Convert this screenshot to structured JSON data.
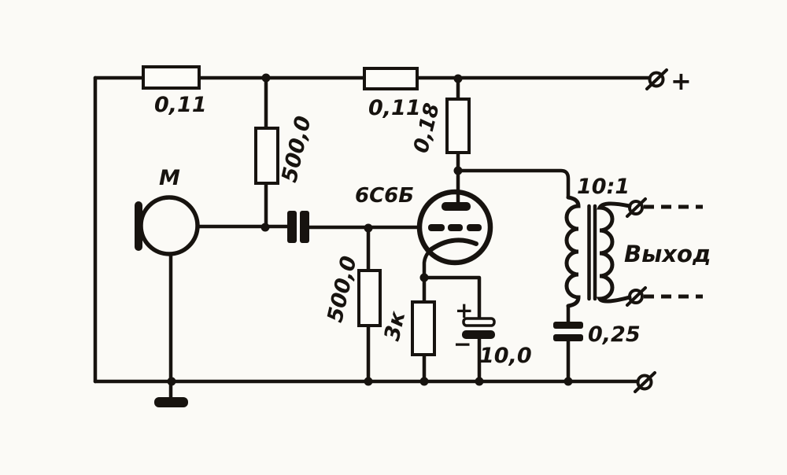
{
  "colors": {
    "ink": "#17130f",
    "paper": "#fbfaf6"
  },
  "labels": {
    "microphone": "М",
    "resistor_input_left": "0,11",
    "resistor_input_right": "0,11",
    "resistor_anode": "0,18",
    "resistor_grid_upper": "500,0",
    "resistor_grid_lower": "500,0",
    "resistor_cathode": "3к",
    "tube": "6С6Б",
    "cap_cathode_value": "10,0",
    "cap_cathode_plus": "+",
    "cap_cathode_minus": "−",
    "cap_output": "0,25",
    "transformer_ratio": "10:1",
    "output": "Выход",
    "supply_plus": "+"
  }
}
